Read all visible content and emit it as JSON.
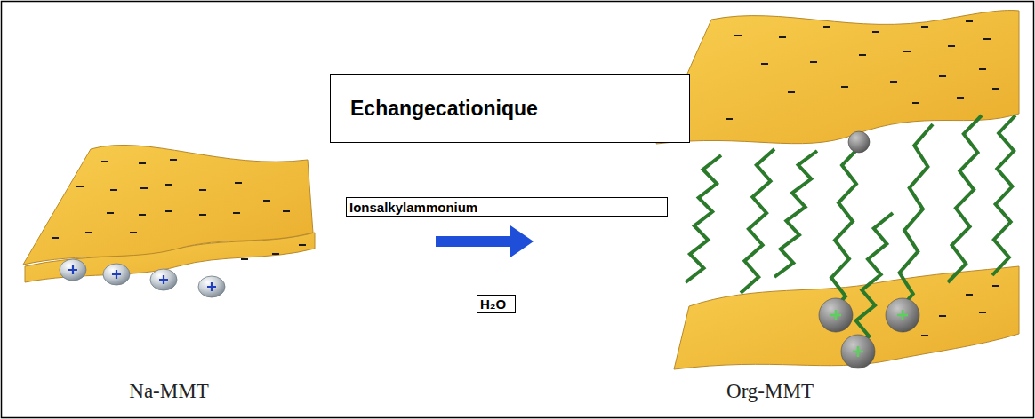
{
  "diagram": {
    "nodes": [
      {
        "text": [
          "Echangecationique"
        ]
      },
      {
        "text": [
          "Ionsalkylammonium"
        ]
      },
      {
        "text": [
          "H₂O"
        ]
      }
    ],
    "labels": [
      "Na-MMT",
      "Org-MMT"
    ]
  }
}
